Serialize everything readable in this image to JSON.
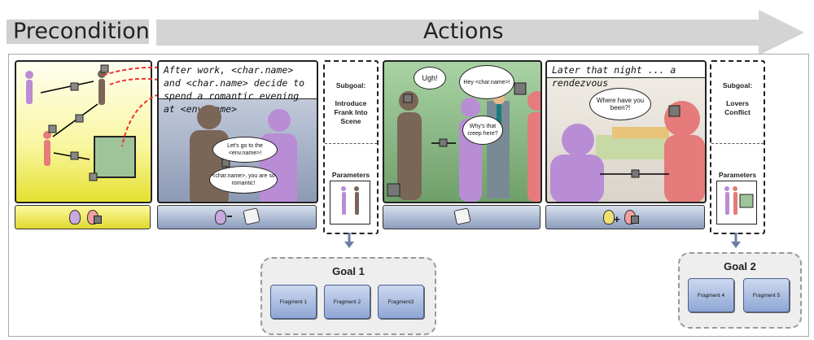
{
  "headers": {
    "precondition": "Precondition",
    "actions": "Actions"
  },
  "panel2": {
    "caption": "After work, <char.name> and <char.name> decide to spend a romantic evening at <env.name>",
    "bubble1": "Let's go to the <env.name>!",
    "bubble2": "<char.name>, you are so romantic!"
  },
  "subgoal1": {
    "label": "Subgoal:",
    "name": "Introduce Frank Into Scene",
    "params": "Parameters"
  },
  "panel3": {
    "thought": "Ugh!",
    "bubble1": "Hey <char.name>!",
    "bubble2": "Why's that creep here?"
  },
  "panel4": {
    "caption": "Later that night ... a rendezvous",
    "bubble": "Where have you been?!"
  },
  "subgoal2": {
    "label": "Subgoal:",
    "name": "Lovers Conflict",
    "params": "Parameters"
  },
  "goal1": {
    "title": "Goal 1",
    "fragments": [
      "Fragment 1",
      "Fragment 2",
      "Fragment3"
    ]
  },
  "goal2": {
    "title": "Goal 2",
    "fragments": [
      "Fragment 4",
      "Fragment 5"
    ]
  },
  "colors": {
    "purple": "#b98cd6",
    "brown": "#7a6657",
    "red": "#e57b7b",
    "green": "#8fb98a"
  }
}
